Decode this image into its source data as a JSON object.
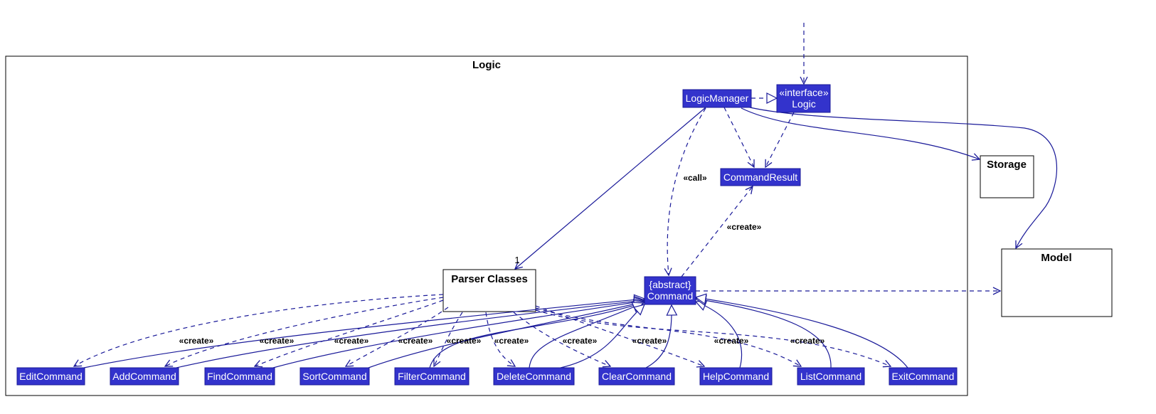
{
  "colors": {
    "class_fill": "#3333cc",
    "arrow": "#1a1a99",
    "border": "#000000"
  },
  "logic_package": {
    "title": "Logic"
  },
  "classes": {
    "logic_manager": "LogicManager",
    "logic_stereotype": "«interface»",
    "logic_name": "Logic",
    "command_result": "CommandResult",
    "command_stereotype": "{abstract}",
    "command_name": "Command"
  },
  "parser_classes": {
    "title": "Parser Classes"
  },
  "external": {
    "storage": "Storage",
    "model": "Model"
  },
  "relations": {
    "call_label": "«call»",
    "create_label": "«create»",
    "parser_multiplicity": "1"
  },
  "commands": [
    "EditCommand",
    "AddCommand",
    "FindCommand",
    "SortCommand",
    "FilterCommand",
    "DeleteCommand",
    "ClearCommand",
    "HelpCommand",
    "ListCommand",
    "ExitCommand"
  ]
}
